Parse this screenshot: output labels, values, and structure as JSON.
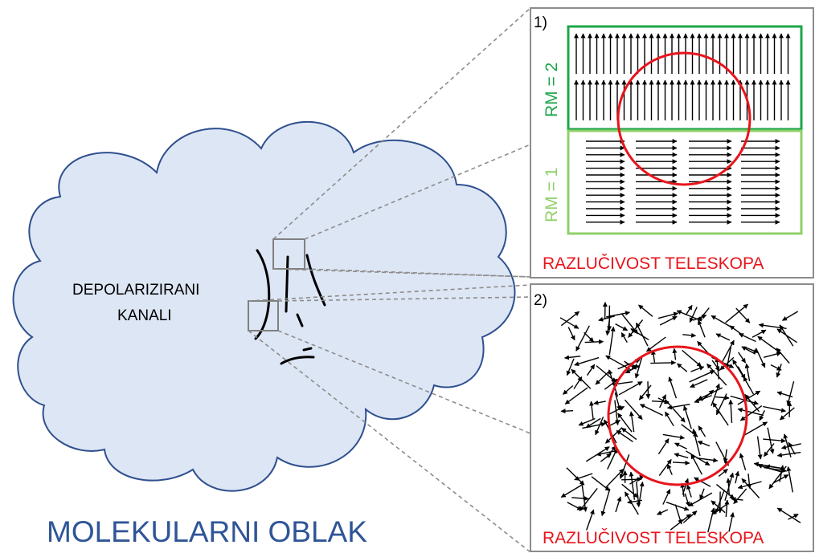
{
  "cloud": {
    "title": "MOLEKULARNI OBLAK",
    "channels_label_line1": "DEPOLARIZIRANI",
    "channels_label_line2": "KANALI"
  },
  "panel1": {
    "number": "1)",
    "rm_top": "RM = 2",
    "rm_bottom": "RM = 1",
    "resolution": "RAZLUČIVOST TELESKOPA"
  },
  "panel2": {
    "number": "2)",
    "resolution": "RAZLUČIVOST TELESKOPA"
  },
  "colors": {
    "cloud_fill": "#dde6f4",
    "cloud_outline": "#2f4f8f",
    "title": "#2f5597",
    "rm2_box": "#1ea64a",
    "rm1_box": "#8fd06a",
    "telescope_circle": "#e8141c",
    "leader_lines": "#8c8c8c"
  }
}
